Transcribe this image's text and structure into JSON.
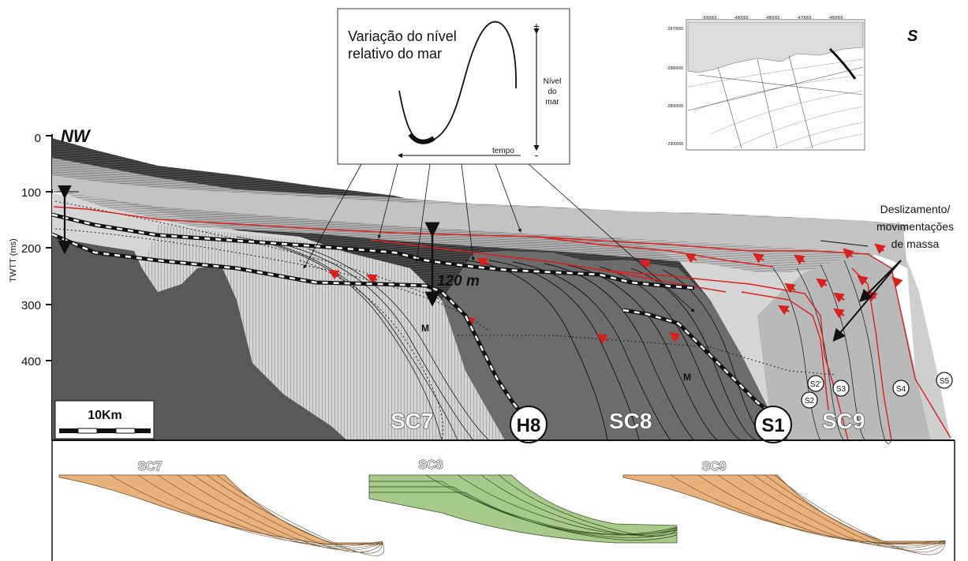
{
  "inset_curve": {
    "title_line1": "Variação do nível",
    "title_line2": "relativo do mar",
    "sea_level_label": [
      "Nível",
      "do",
      "mar"
    ],
    "plus": "+",
    "minus": "-",
    "time_label": "tempo"
  },
  "location_map": {
    "corner_label": "S",
    "top_ticks": [
      "-500000",
      "-490000",
      "-480000",
      "-470000",
      "-460000"
    ],
    "left_ticks": [
      "-2870000",
      "-2880000",
      "-2890000",
      "-2900000"
    ]
  },
  "section": {
    "orientation_label": "NW",
    "y_axis_label": "TWTT (ms)",
    "y_ticks": [
      "0",
      "100",
      "200",
      "300",
      "400"
    ],
    "thickness_label": "120 m",
    "scale_label": "10Km",
    "m_labels": [
      "M",
      "M"
    ],
    "sequence_labels": [
      "SC7",
      "SC8",
      "SC9"
    ],
    "surface_labels": [
      "H8",
      "S1"
    ],
    "small_surfaces": [
      "S2'",
      "S2",
      "S3",
      "S4",
      "S5"
    ],
    "mass_movement_label": [
      "Deslizamento/",
      "movimentações",
      "de massa"
    ]
  },
  "models": {
    "labels": [
      "SC7",
      "SC8",
      "SC9"
    ],
    "colors": {
      "sc7": "#e9b27c",
      "sc8": "#a7c98a",
      "sc9": "#e9b27c"
    }
  },
  "colors": {
    "red_horizon": "#d8201e",
    "red_arrow": "#d8201e",
    "seismic_dark": "#3a3a3a",
    "seismic_light": "#c9c9c9"
  }
}
